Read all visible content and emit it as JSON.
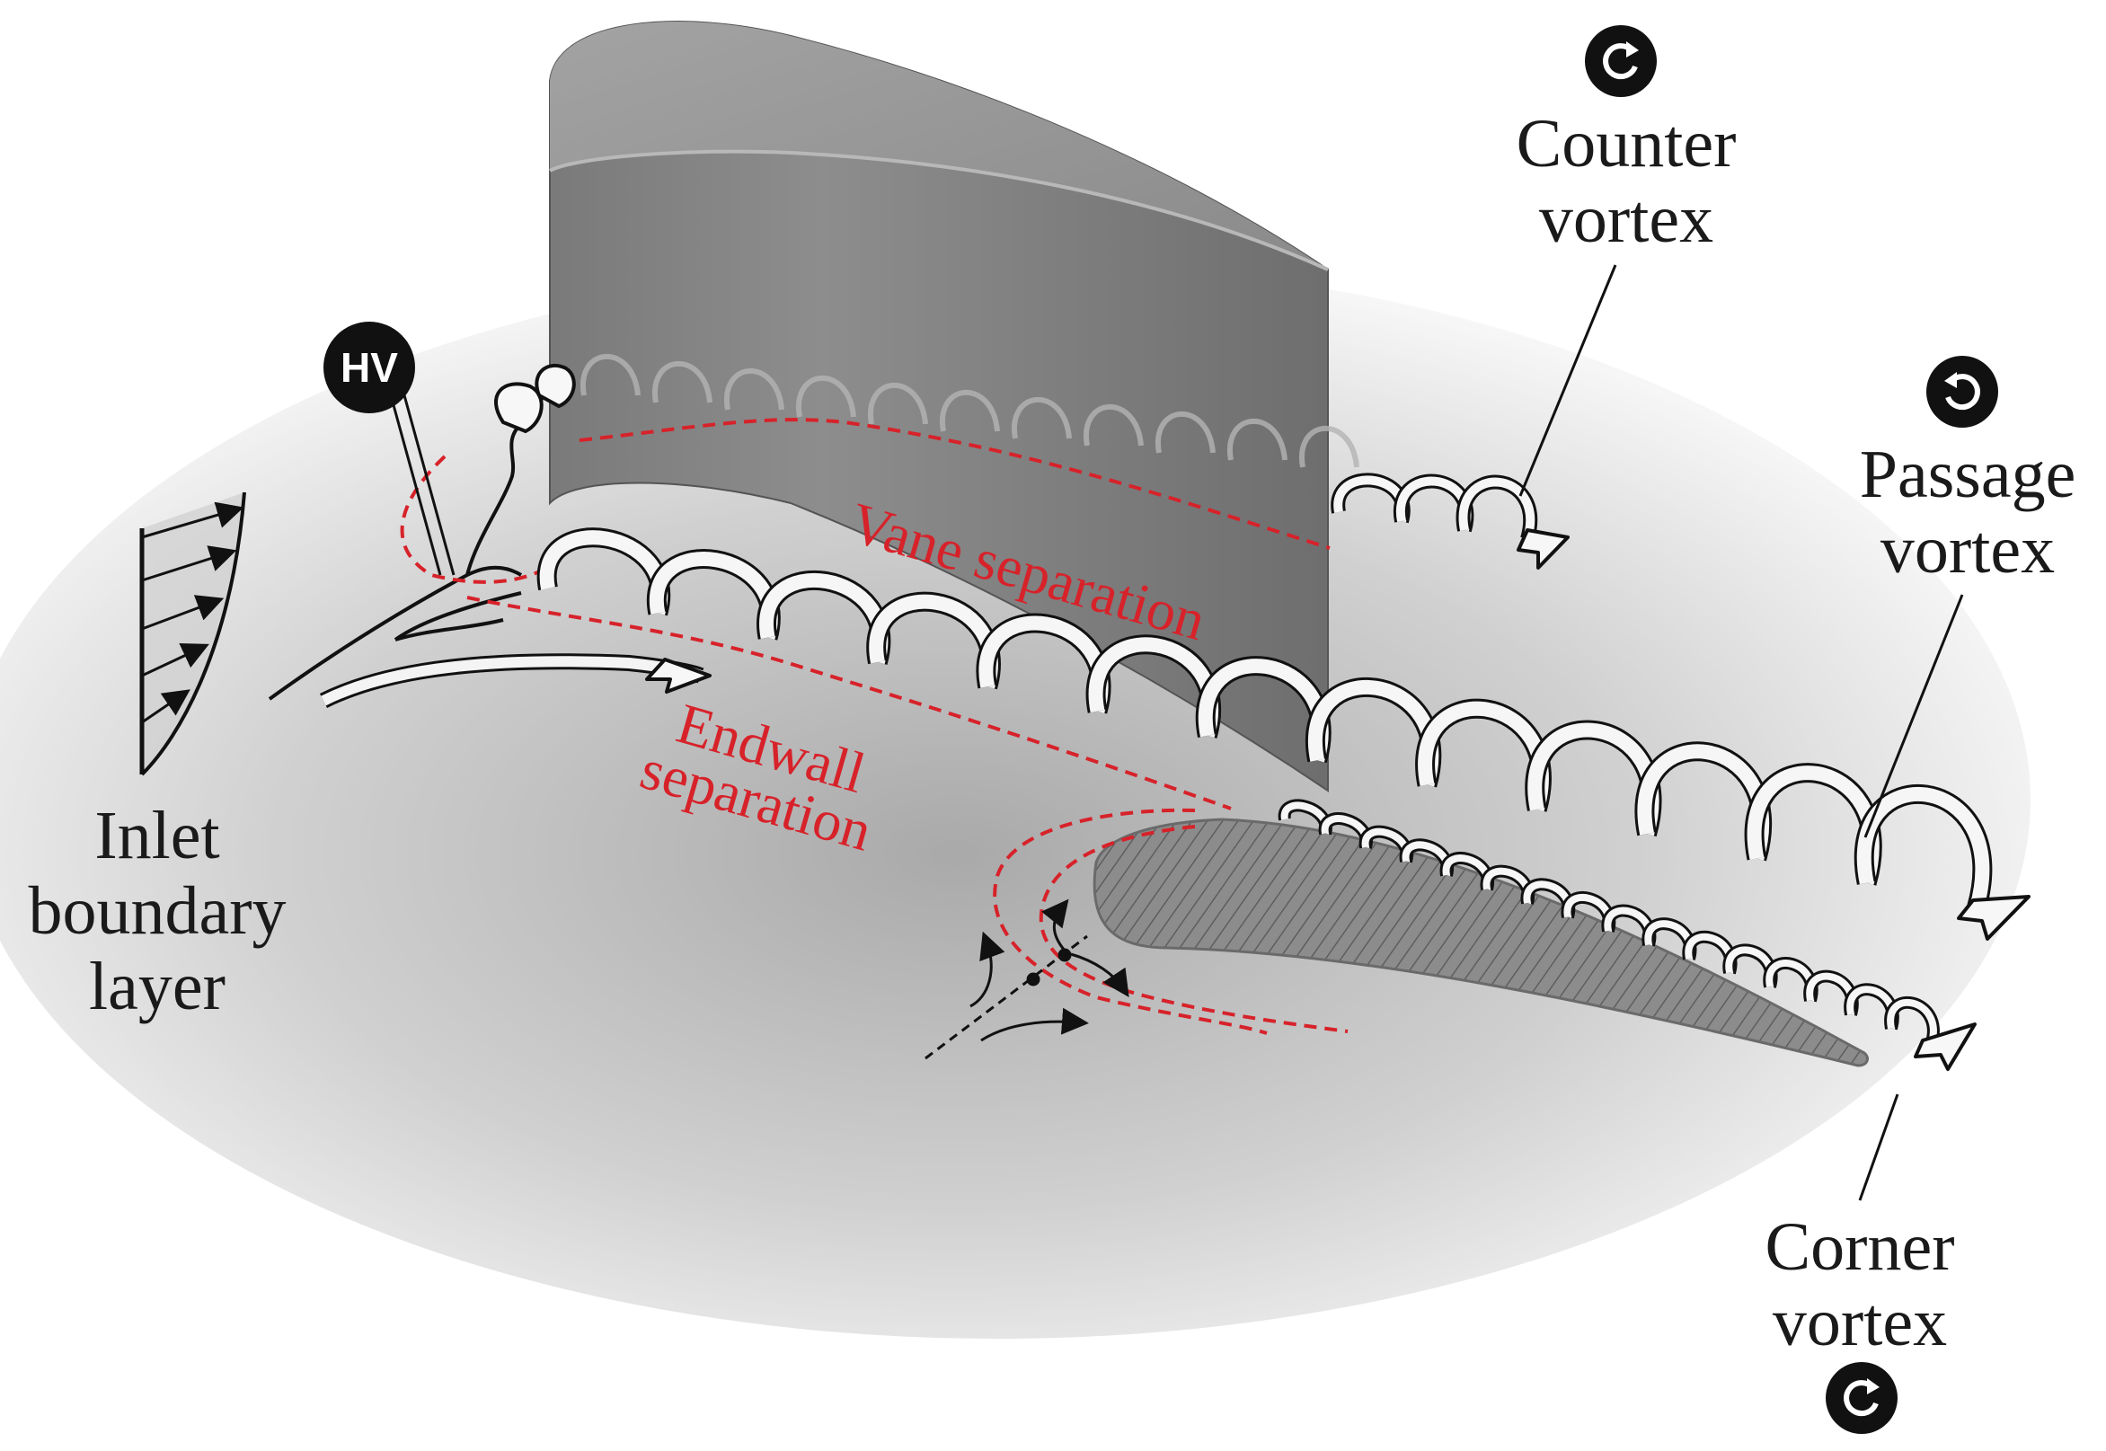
{
  "labels": {
    "counter_vortex": [
      "Counter",
      "vortex"
    ],
    "passage_vortex": [
      "Passage",
      "vortex"
    ],
    "corner_vortex": [
      "Corner",
      "vortex"
    ],
    "inlet_boundary_layer": [
      "Inlet",
      "boundary",
      "layer"
    ],
    "horseshoe_vortex_badge": "HV",
    "vane_separation": "Vane separation",
    "endwall_separation": [
      "Endwall",
      "separation"
    ]
  },
  "colors": {
    "vane_gray": "#8e8e8e",
    "separation_red": "#d7222a",
    "ink": "#1a1a1a",
    "badge_fill": "#111111"
  },
  "icons": {
    "counter_vortex_rotation": "rotation-arrow-icon",
    "passage_vortex_rotation": "rotation-arrow-icon",
    "corner_vortex_rotation": "rotation-arrow-icon"
  }
}
